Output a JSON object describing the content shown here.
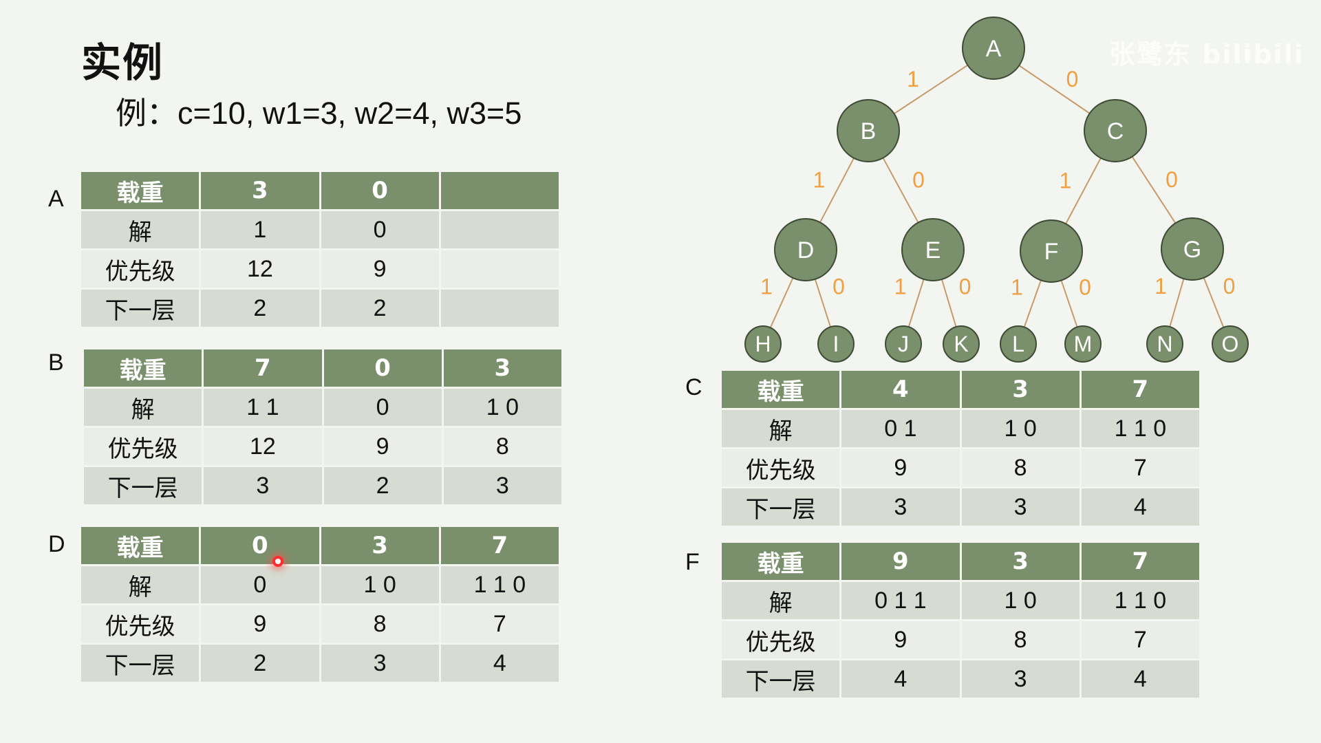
{
  "title": "实例",
  "subtitle": "例：c=10, w1=3, w2=4, w3=5",
  "watermark": "张鹭东 bilibili",
  "colors": {
    "header": "#7a8f6b",
    "node": "#7a8f6b",
    "edge_label": "#f0a040",
    "background": "#f3f5f0"
  },
  "row_labels": [
    "载重",
    "解",
    "优先级",
    "下一层"
  ],
  "tables": [
    {
      "label": "A",
      "cols": [
        [
          "3",
          "1",
          "12",
          "2"
        ],
        [
          "0",
          "0",
          "9",
          "2"
        ],
        [
          "",
          "",
          "",
          ""
        ]
      ]
    },
    {
      "label": "B",
      "cols": [
        [
          "7",
          "1 1",
          "12",
          "3"
        ],
        [
          "0",
          "0",
          "9",
          "2"
        ],
        [
          "3",
          "1 0",
          "8",
          "3"
        ]
      ]
    },
    {
      "label": "D",
      "cols": [
        [
          "0",
          "0",
          "9",
          "2"
        ],
        [
          "3",
          "1 0",
          "8",
          "3"
        ],
        [
          "7",
          "1 1 0",
          "7",
          "4"
        ]
      ]
    },
    {
      "label": "C",
      "cols": [
        [
          "4",
          "0 1",
          "9",
          "3"
        ],
        [
          "3",
          "1 0",
          "8",
          "3"
        ],
        [
          "7",
          "1 1 0",
          "7",
          "4"
        ]
      ]
    },
    {
      "label": "F",
      "cols": [
        [
          "9",
          "0 1 1",
          "9",
          "4"
        ],
        [
          "3",
          "1 0",
          "8",
          "3"
        ],
        [
          "7",
          "1 1 0",
          "7",
          "4"
        ]
      ]
    }
  ],
  "tree": {
    "nodes": [
      "A",
      "B",
      "C",
      "D",
      "E",
      "F",
      "G",
      "H",
      "I",
      "J",
      "K",
      "L",
      "M",
      "N",
      "O"
    ],
    "edges": [
      {
        "from": "A",
        "to": "B",
        "label": "1"
      },
      {
        "from": "A",
        "to": "C",
        "label": "0"
      },
      {
        "from": "B",
        "to": "D",
        "label": "1"
      },
      {
        "from": "B",
        "to": "E",
        "label": "0"
      },
      {
        "from": "C",
        "to": "F",
        "label": "1"
      },
      {
        "from": "C",
        "to": "G",
        "label": "0"
      },
      {
        "from": "D",
        "to": "H",
        "label": "1"
      },
      {
        "from": "D",
        "to": "I",
        "label": "0"
      },
      {
        "from": "E",
        "to": "J",
        "label": "1"
      },
      {
        "from": "E",
        "to": "K",
        "label": "0"
      },
      {
        "from": "F",
        "to": "L",
        "label": "1"
      },
      {
        "from": "F",
        "to": "M",
        "label": "0"
      },
      {
        "from": "G",
        "to": "N",
        "label": "1"
      },
      {
        "from": "G",
        "to": "O",
        "label": "0"
      }
    ]
  }
}
